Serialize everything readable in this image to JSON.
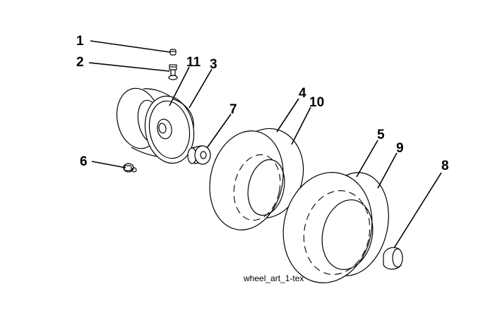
{
  "diagram": {
    "caption": "wheel_art_1-tex",
    "callouts": [
      {
        "id": "1",
        "label": "1"
      },
      {
        "id": "2",
        "label": "2"
      },
      {
        "id": "11",
        "label": "11"
      },
      {
        "id": "3",
        "label": "3"
      },
      {
        "id": "7",
        "label": "7"
      },
      {
        "id": "4",
        "label": "4"
      },
      {
        "id": "10",
        "label": "10"
      },
      {
        "id": "5",
        "label": "5"
      },
      {
        "id": "9",
        "label": "9"
      },
      {
        "id": "6",
        "label": "6"
      },
      {
        "id": "8",
        "label": "8"
      }
    ]
  }
}
